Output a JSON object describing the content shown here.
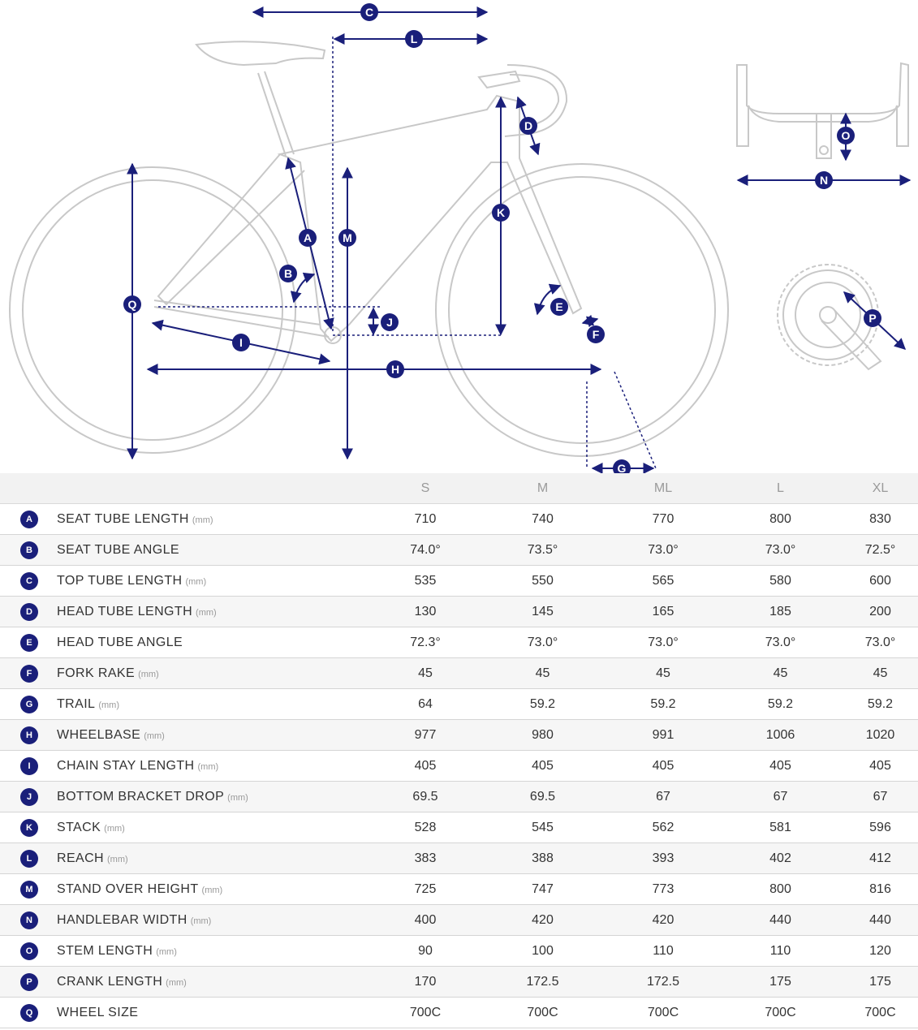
{
  "diagram": {
    "labels": {
      "A": "A",
      "B": "B",
      "C": "C",
      "D": "D",
      "E": "E",
      "F": "F",
      "G": "G",
      "H": "H",
      "I": "I",
      "J": "J",
      "K": "K",
      "L": "L",
      "M": "M",
      "N": "N",
      "O": "O",
      "P": "P",
      "Q": "Q"
    },
    "colors": {
      "accent": "#1a1f7a",
      "frame_line": "#c8c8c8"
    }
  },
  "table": {
    "sizes": [
      "S",
      "M",
      "ML",
      "L",
      "XL"
    ],
    "rows": [
      {
        "letter": "A",
        "name": "SEAT TUBE LENGTH",
        "unit": "(mm)",
        "values": [
          "710",
          "740",
          "770",
          "800",
          "830"
        ]
      },
      {
        "letter": "B",
        "name": "SEAT TUBE ANGLE",
        "unit": "",
        "values": [
          "74.0°",
          "73.5°",
          "73.0°",
          "73.0°",
          "72.5°"
        ]
      },
      {
        "letter": "C",
        "name": "TOP TUBE LENGTH",
        "unit": "(mm)",
        "values": [
          "535",
          "550",
          "565",
          "580",
          "600"
        ]
      },
      {
        "letter": "D",
        "name": "HEAD TUBE LENGTH",
        "unit": "(mm)",
        "values": [
          "130",
          "145",
          "165",
          "185",
          "200"
        ]
      },
      {
        "letter": "E",
        "name": "HEAD TUBE ANGLE",
        "unit": "",
        "values": [
          "72.3°",
          "73.0°",
          "73.0°",
          "73.0°",
          "73.0°"
        ]
      },
      {
        "letter": "F",
        "name": "FORK RAKE",
        "unit": "(mm)",
        "values": [
          "45",
          "45",
          "45",
          "45",
          "45"
        ]
      },
      {
        "letter": "G",
        "name": "TRAIL",
        "unit": "(mm)",
        "values": [
          "64",
          "59.2",
          "59.2",
          "59.2",
          "59.2"
        ]
      },
      {
        "letter": "H",
        "name": "WHEELBASE",
        "unit": "(mm)",
        "values": [
          "977",
          "980",
          "991",
          "1006",
          "1020"
        ]
      },
      {
        "letter": "I",
        "name": "CHAIN STAY LENGTH",
        "unit": "(mm)",
        "values": [
          "405",
          "405",
          "405",
          "405",
          "405"
        ]
      },
      {
        "letter": "J",
        "name": "BOTTOM BRACKET DROP",
        "unit": "(mm)",
        "values": [
          "69.5",
          "69.5",
          "67",
          "67",
          "67"
        ]
      },
      {
        "letter": "K",
        "name": "STACK",
        "unit": "(mm)",
        "values": [
          "528",
          "545",
          "562",
          "581",
          "596"
        ]
      },
      {
        "letter": "L",
        "name": "REACH",
        "unit": "(mm)",
        "values": [
          "383",
          "388",
          "393",
          "402",
          "412"
        ]
      },
      {
        "letter": "M",
        "name": "STAND OVER HEIGHT",
        "unit": "(mm)",
        "values": [
          "725",
          "747",
          "773",
          "800",
          "816"
        ]
      },
      {
        "letter": "N",
        "name": "HANDLEBAR WIDTH",
        "unit": "(mm)",
        "values": [
          "400",
          "420",
          "420",
          "440",
          "440"
        ]
      },
      {
        "letter": "O",
        "name": "STEM LENGTH",
        "unit": "(mm)",
        "values": [
          "90",
          "100",
          "110",
          "110",
          "120"
        ]
      },
      {
        "letter": "P",
        "name": "CRANK LENGTH",
        "unit": "(mm)",
        "values": [
          "170",
          "172.5",
          "172.5",
          "175",
          "175"
        ]
      },
      {
        "letter": "Q",
        "name": "WHEEL SIZE",
        "unit": "",
        "values": [
          "700C",
          "700C",
          "700C",
          "700C",
          "700C"
        ]
      }
    ]
  }
}
